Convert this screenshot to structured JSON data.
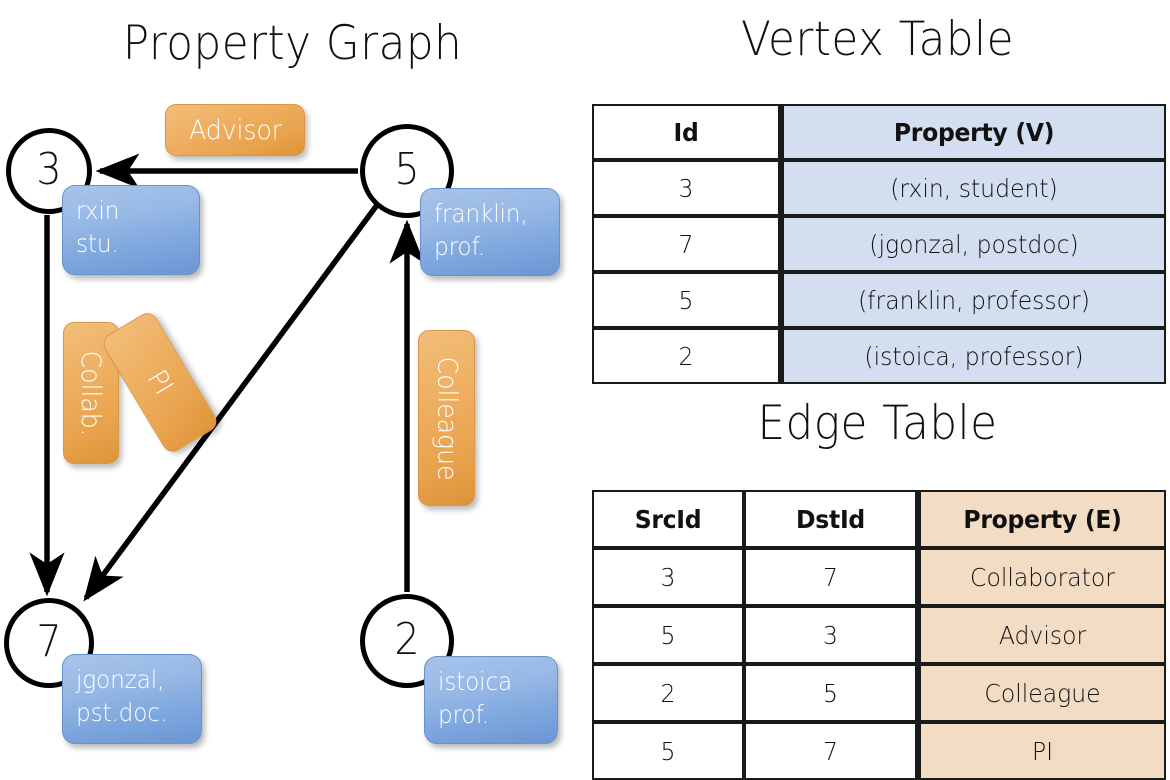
{
  "titles": {
    "property_graph": "Property Graph",
    "vertex_table": "Vertex Table",
    "edge_table": "Edge Table"
  },
  "graph": {
    "vertices": [
      {
        "id": "3",
        "label_line1": "rxin",
        "label_line2": "stu."
      },
      {
        "id": "5",
        "label_line1": "franklin,",
        "label_line2": "prof."
      },
      {
        "id": "7",
        "label_line1": "jgonzal,",
        "label_line2": "pst.doc."
      },
      {
        "id": "2",
        "label_line1": "istoica",
        "label_line2": "prof."
      }
    ],
    "edge_labels": [
      {
        "text": "Advisor"
      },
      {
        "text": "Collab."
      },
      {
        "text": "PI"
      },
      {
        "text": "Colleague"
      }
    ],
    "edges": [
      {
        "from": "5",
        "to": "3",
        "label": "Advisor"
      },
      {
        "from": "3",
        "to": "7",
        "label": "Collab."
      },
      {
        "from": "5",
        "to": "7",
        "label": "PI"
      },
      {
        "from": "2",
        "to": "5",
        "label": "Colleague"
      }
    ]
  },
  "vertex_table": {
    "headers": [
      "Id",
      "Property (V)"
    ],
    "rows": [
      {
        "id": "3",
        "property": "(rxin, student)"
      },
      {
        "id": "7",
        "property": "(jgonzal, postdoc)"
      },
      {
        "id": "5",
        "property": "(franklin, professor)"
      },
      {
        "id": "2",
        "property": "(istoica, professor)"
      }
    ]
  },
  "edge_table": {
    "headers": [
      "SrcId",
      "DstId",
      "Property (E)"
    ],
    "rows": [
      {
        "src": "3",
        "dst": "7",
        "property": "Collaborator"
      },
      {
        "src": "5",
        "dst": "3",
        "property": "Advisor"
      },
      {
        "src": "2",
        "dst": "5",
        "property": "Colleague"
      },
      {
        "src": "5",
        "dst": "7",
        "property": "PI"
      }
    ]
  },
  "colors": {
    "vertex_property_fill": "#D3DEF1",
    "edge_property_fill": "#F2DCC4",
    "node_box_blue": "#7CA6DD",
    "edge_label_orange": "#E8A24C",
    "stroke": "#000000"
  }
}
